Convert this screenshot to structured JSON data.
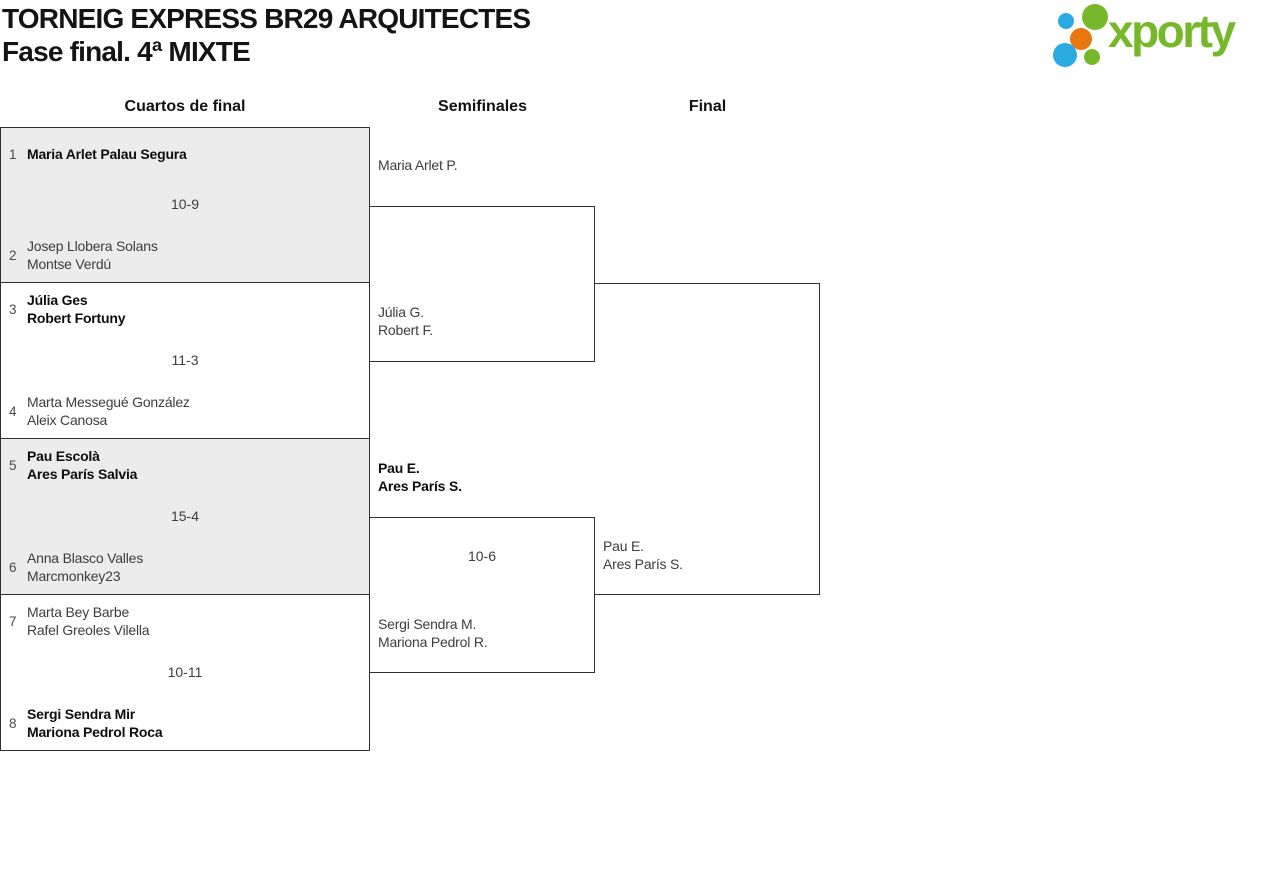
{
  "page": {
    "title": "TORNEIG EXPRESS BR29 ARQUITECTES",
    "subtitle": "Fase final. 4ª MIXTE"
  },
  "logo": {
    "text": "xporty"
  },
  "colors": {
    "logo_green": "#76b82a",
    "logo_blue": "#29abe2",
    "logo_orange": "#e8770e",
    "shaded_match_bg": "#ececec",
    "border": "#2f2f2f"
  },
  "rounds": {
    "quarterfinals_label": "Cuartos de final",
    "semifinals_label": "Semifinales",
    "final_label": "Final"
  },
  "quarterfinals": [
    {
      "top": {
        "seed": "1",
        "names": "Maria Arlet Palau Segura"
      },
      "score": "10-9",
      "bottom": {
        "seed": "2",
        "names": "Josep Llobera Solans\nMontse Verdú"
      }
    },
    {
      "top": {
        "seed": "3",
        "names": "Júlia Ges\nRobert Fortuny"
      },
      "score": "11-3",
      "bottom": {
        "seed": "4",
        "names": "Marta Messegué González\nAleix Canosa"
      }
    },
    {
      "top": {
        "seed": "5",
        "names": "Pau Escolà\nAres París Salvia"
      },
      "score": "15-4",
      "bottom": {
        "seed": "6",
        "names": "Anna Blasco Valles\nMarcmonkey23"
      }
    },
    {
      "top": {
        "seed": "7",
        "names": "Marta Bey Barbe\nRafel Greoles Vilella"
      },
      "score": "10-11",
      "bottom": {
        "seed": "8",
        "names": "Sergi Sendra Mir\nMariona Pedrol Roca"
      }
    }
  ],
  "semifinals": [
    {
      "top": {
        "names": "Maria Arlet P."
      },
      "bottom": {
        "names": "Júlia G.\nRobert F."
      }
    },
    {
      "top": {
        "names": "Pau E.\nAres París S."
      },
      "score": "10-6",
      "bottom": {
        "names": "Sergi Sendra M.\nMariona Pedrol R."
      }
    }
  ],
  "final": {
    "bottom": {
      "names": "Pau E.\nAres París S."
    }
  }
}
